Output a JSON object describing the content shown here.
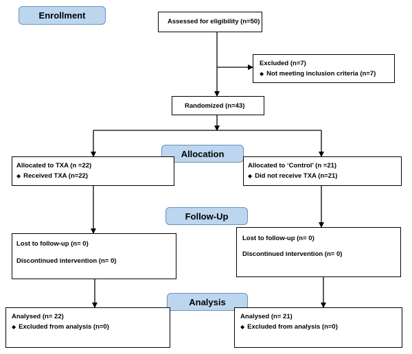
{
  "stages": {
    "enrollment": "Enrollment",
    "allocation": "Allocation",
    "follow_up": "Follow-Up",
    "analysis": "Analysis"
  },
  "boxes": {
    "assessed": "Assessed for eligibility (n=50)",
    "excluded": {
      "title": "Excluded   (n=7)",
      "bullet": "Not meeting inclusion criteria (n=7)"
    },
    "randomized": "Randomized (n=43)",
    "allocated_txa": {
      "title": "Allocated to TXA (n =22)",
      "bullet": "Received TXA (n=22)"
    },
    "allocated_control": {
      "title": "Allocated to ‘Control’ (n =21)",
      "bullet": "Did not receive TXA (n=21)"
    },
    "followup_txa": {
      "lost": "Lost to follow-up  (n=  0)",
      "discontinued": "Discontinued intervention  (n= 0)"
    },
    "followup_control": {
      "lost": "Lost to follow-up  (n=  0)",
      "discontinued": "Discontinued intervention  (n= 0)"
    },
    "analysis_txa": {
      "title": "Analysed  (n= 22)",
      "bullet": "Excluded from analysis (n=0)"
    },
    "analysis_control": {
      "title": "Analysed  (n= 21)",
      "bullet": "Excluded from analysis (n=0)"
    }
  },
  "bullet_glyph": "◆"
}
